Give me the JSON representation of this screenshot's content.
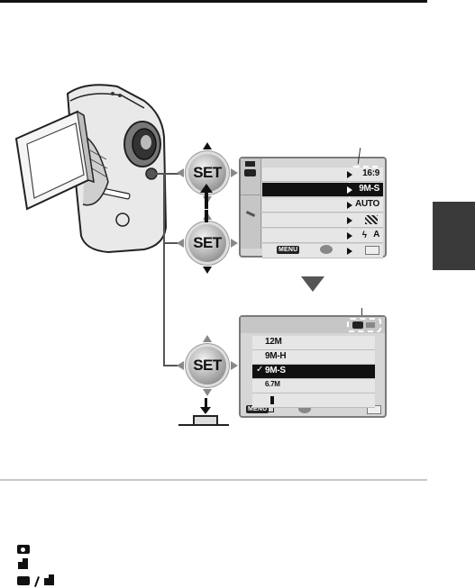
{
  "set_button_label": "SET",
  "screen1": {
    "menu_key": "MENU",
    "set_key": "SET",
    "values": [
      "16:9",
      "9M-S",
      "AUTO",
      "",
      "A",
      ""
    ]
  },
  "screen2": {
    "menu_key": "MENU",
    "set_key": "SET",
    "rows": [
      {
        "label": "12M",
        "checked": false
      },
      {
        "label": "9M-H",
        "checked": false
      },
      {
        "label": "9M-S",
        "checked": true
      },
      {
        "label": "6.7M",
        "checked": false
      },
      {
        "label": "",
        "checked": false
      }
    ],
    "check_glyph": "✓"
  },
  "icons": {
    "camera": "camera-icon",
    "video": "video-camera-icon",
    "flash": "flash-icon",
    "timer": "self-timer-icon",
    "return": "return-icon",
    "shutter": "shutter-button-icon"
  },
  "colors": {
    "rule": "#111111",
    "tab": "#3a3a3a",
    "selected_row": "#111111",
    "screen_bg": "#d6d6d6"
  }
}
